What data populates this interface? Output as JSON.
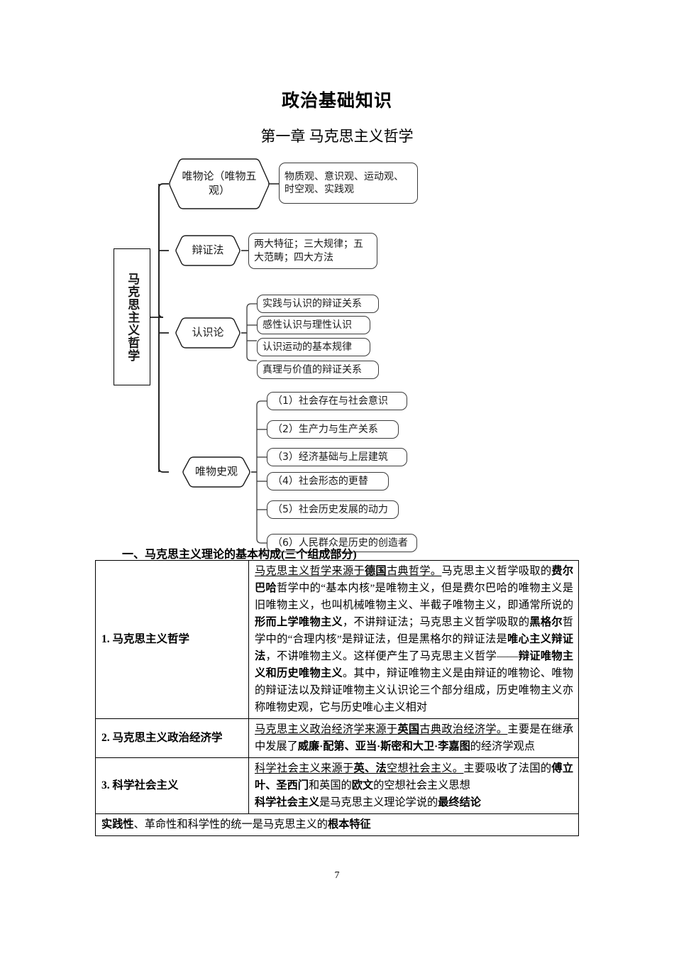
{
  "document": {
    "title": "政治基础知识",
    "chapter": "第一章  马克思主义哲学",
    "page_number": "7"
  },
  "mindmap": {
    "root": "马克思主义哲学",
    "branches": [
      {
        "label": "唯物论（唯物五观）",
        "children": [
          "物质观、意识观、运动观、时空观、实践观"
        ]
      },
      {
        "label": "辩证法",
        "children": [
          "两大特征；三大规律；五大范畴；四大方法"
        ]
      },
      {
        "label": "认识论",
        "children": [
          "实践与认识的辩证关系",
          "感性认识与理性认识",
          "认识运动的基本规律",
          "真理与价值的辩证关系"
        ]
      },
      {
        "label": "唯物史观",
        "children": [
          "（1）社会存在与社会意识",
          "（2）生产力与生产关系",
          "（3）经济基础与上层建筑",
          "（4）社会形态的更替",
          "（5）社会历史发展的动力",
          "（6）人民群众是历史的创造者"
        ]
      }
    ]
  },
  "section": {
    "heading": "一、马克思主义理论的基本构成(三个组成部分)"
  },
  "table": {
    "rows": [
      {
        "label": "1. 马克思主义哲学",
        "body_segments": [
          {
            "text": "马克思主义哲学来源于",
            "bold": false,
            "underline": true
          },
          {
            "text": "德国",
            "bold": true,
            "underline": true
          },
          {
            "text": "古典哲学。",
            "bold": false,
            "underline": true
          },
          {
            "text": "马克思主义哲学吸取的",
            "bold": false,
            "underline": false
          },
          {
            "text": "费尔巴哈",
            "bold": true,
            "underline": false
          },
          {
            "text": "哲学中的“基本内核”是唯物主义，但是费尔巴哈的唯物主义是旧唯物主义，也叫机械唯物主义、半截子唯物主义，即通常所说的",
            "bold": false,
            "underline": false
          },
          {
            "text": "形而上学唯物主义",
            "bold": true,
            "underline": false
          },
          {
            "text": "，不讲辩证法；马克思主义哲学吸取的",
            "bold": false,
            "underline": false
          },
          {
            "text": "黑格尔",
            "bold": true,
            "underline": false
          },
          {
            "text": "哲学中的“合理内核”是辩证法，但是黑格尔的辩证法是",
            "bold": false,
            "underline": false
          },
          {
            "text": "唯心主义辩证法",
            "bold": true,
            "underline": false
          },
          {
            "text": "，不讲唯物主义。这样便产生了马克思主义哲学——",
            "bold": false,
            "underline": false
          },
          {
            "text": "辩证唯物主义和历史唯物主义",
            "bold": true,
            "underline": false
          },
          {
            "text": "。其中，辩证唯物主义是由辩证的唯物论、唯物的辩证法以及辩证唯物主义认识论三个部分组成，历史唯物主义亦称唯物史观，它与历史唯心主义相对",
            "bold": false,
            "underline": false
          }
        ]
      },
      {
        "label": "2. 马克思主义政治经济学",
        "body_segments": [
          {
            "text": "马克思主义政治经济学来源于",
            "bold": false,
            "underline": true
          },
          {
            "text": "英国",
            "bold": true,
            "underline": true
          },
          {
            "text": "古典政治经济学。",
            "bold": false,
            "underline": true
          },
          {
            "text": "主要是在继承中发展了",
            "bold": false,
            "underline": false
          },
          {
            "text": "威廉·配第、亚当·斯密和大卫·李嘉图",
            "bold": true,
            "underline": false
          },
          {
            "text": "的经济学观点",
            "bold": false,
            "underline": false
          }
        ]
      },
      {
        "label": "3. 科学社会主义",
        "body_segments": [
          {
            "text": "科学社会主义来源于",
            "bold": false,
            "underline": true
          },
          {
            "text": "英、法",
            "bold": true,
            "underline": true
          },
          {
            "text": "空想社会主义。",
            "bold": false,
            "underline": true
          },
          {
            "text": "主要吸收了法国的",
            "bold": false,
            "underline": false
          },
          {
            "text": "傅立叶、圣西门",
            "bold": true,
            "underline": false
          },
          {
            "text": "和英国的",
            "bold": false,
            "underline": false
          },
          {
            "text": "欧文",
            "bold": true,
            "underline": false
          },
          {
            "text": "的空想社会主义思想",
            "bold": false,
            "underline": false
          },
          {
            "text": "\n",
            "bold": false,
            "underline": false
          },
          {
            "text": "科学社会主义",
            "bold": true,
            "underline": false
          },
          {
            "text": "是马克思主义理论学说的",
            "bold": false,
            "underline": false
          },
          {
            "text": "最终结论",
            "bold": true,
            "underline": false
          }
        ]
      }
    ],
    "footer_row_segments": [
      {
        "text": "实践性",
        "bold": true,
        "underline": false
      },
      {
        "text": "、革命性和科学性的统一是马克思主义的",
        "bold": false,
        "underline": false
      },
      {
        "text": "根本特征",
        "bold": true,
        "underline": false
      }
    ]
  }
}
